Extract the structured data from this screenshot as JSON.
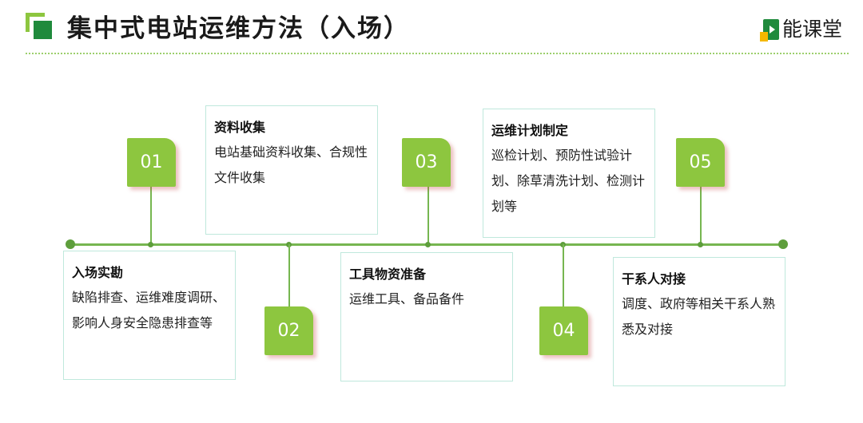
{
  "header": {
    "title": "集中式电站运维方法（入场）",
    "brand": "能课堂"
  },
  "steps": [
    {
      "number": "01",
      "title": "入场实勘",
      "desc": "缺陷排查、运维难度调研、影响人身安全隐患排查等"
    },
    {
      "number": "02",
      "title": "资料收集",
      "desc": "电站基础资料收集、合规性文件收集"
    },
    {
      "number": "03",
      "title": "工具物资准备",
      "desc": "运维工具、备品备件"
    },
    {
      "number": "04",
      "title": "运维计划制定",
      "desc": "巡检计划、预防性试验计划、除草清洗计划、检测计划等"
    },
    {
      "number": "05",
      "title": "干系人对接",
      "desc": "调度、政府等相关干系人熟悉及对接"
    }
  ]
}
